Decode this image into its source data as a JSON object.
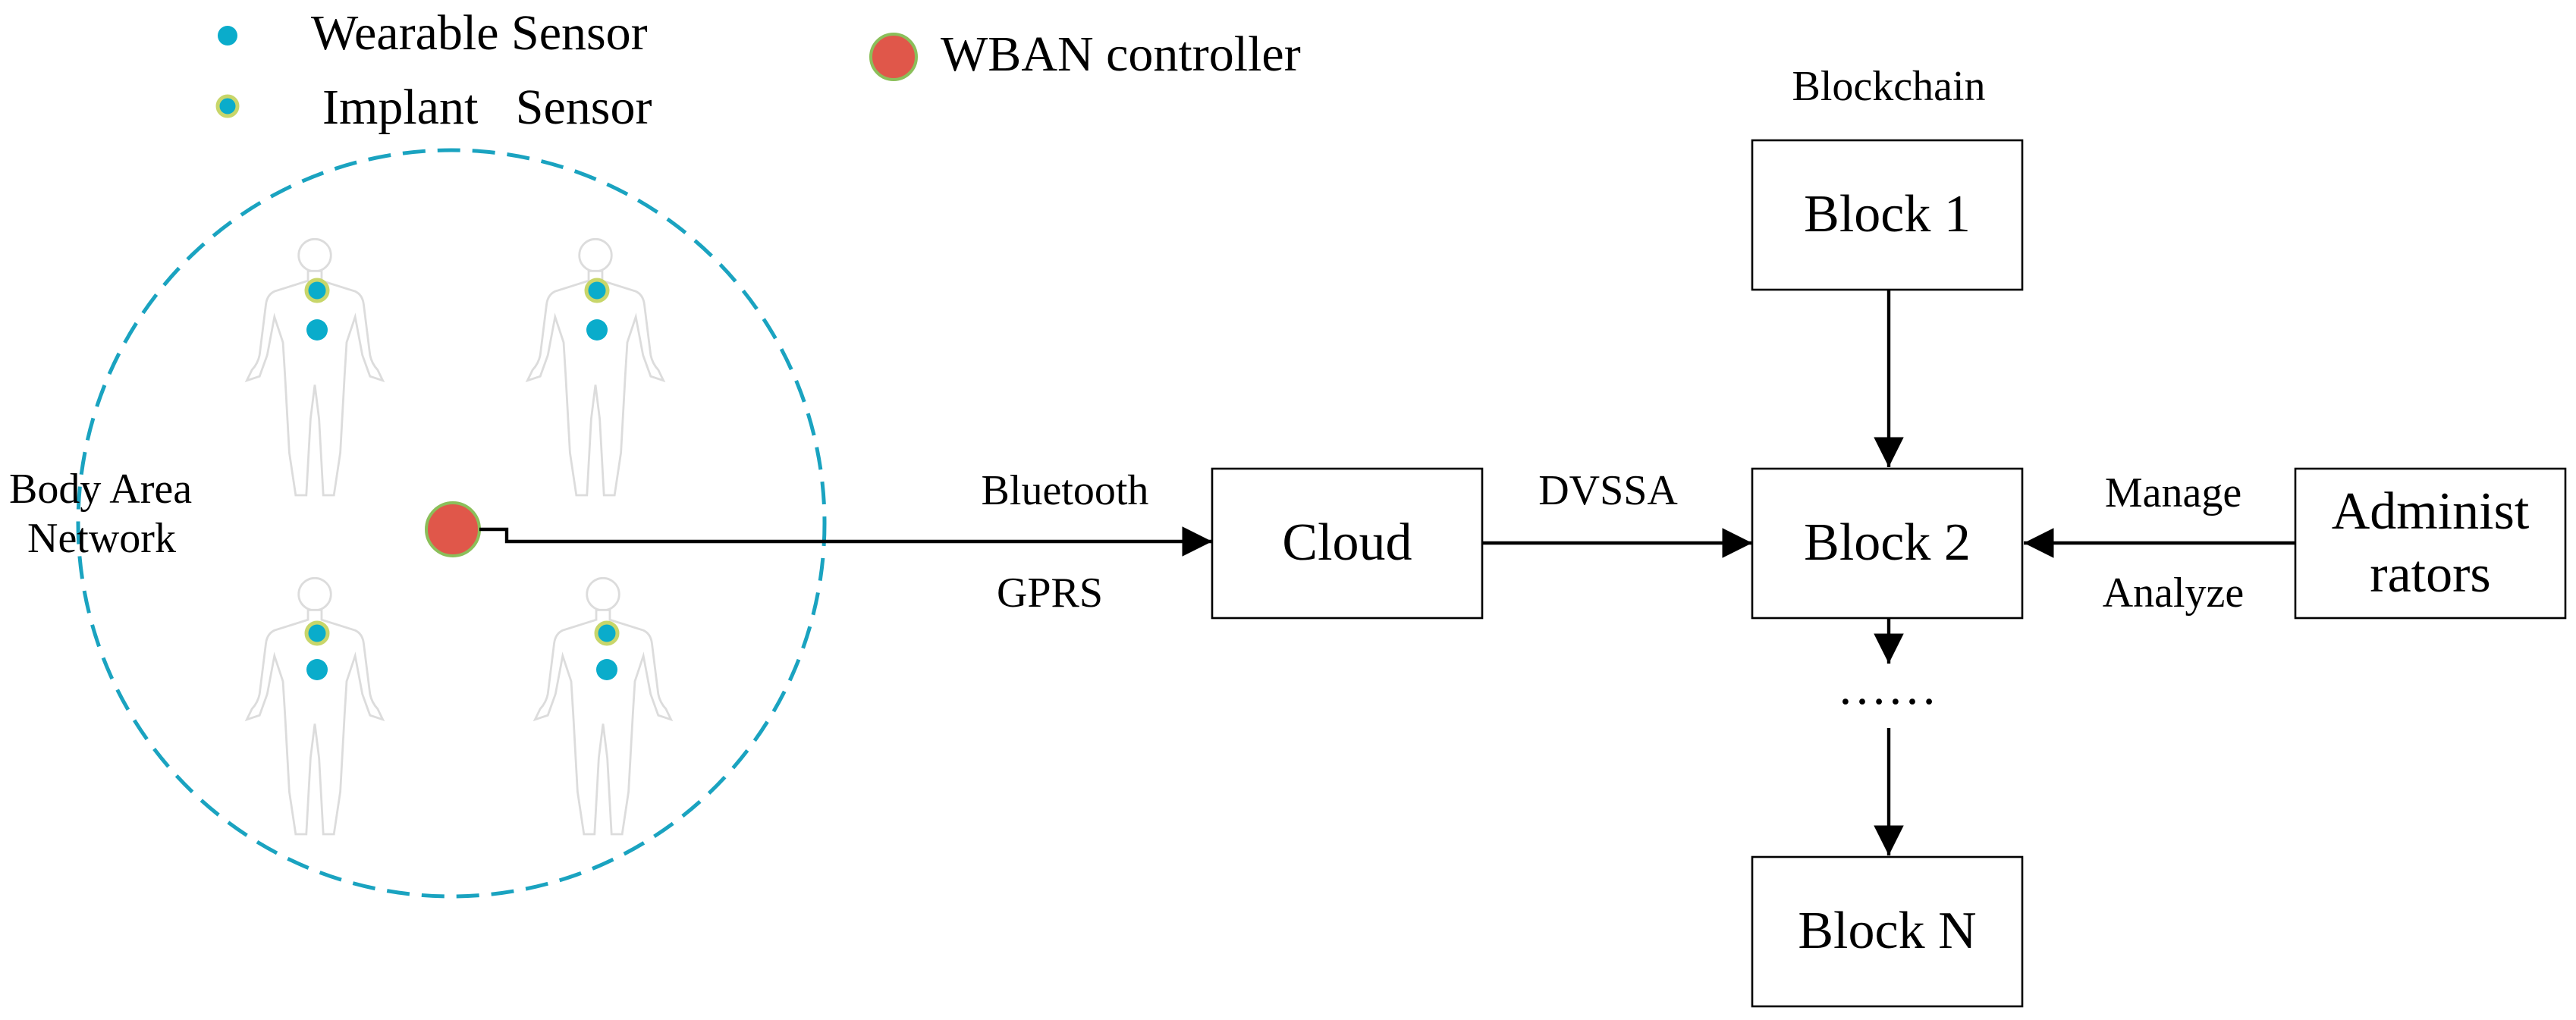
{
  "legend": {
    "wearable": "Wearable Sensor",
    "implant": "Implant   Sensor",
    "controller": "WBAN controller"
  },
  "ban": {
    "label_line1": "Body Area",
    "label_line2": "Network"
  },
  "links": {
    "bluetooth": "Bluetooth",
    "gprs": "GPRS",
    "dvssa": "DVSSA",
    "manage": "Manage",
    "analyze": "Analyze"
  },
  "nodes": {
    "cloud": "Cloud",
    "blockchain_title": "Blockchain",
    "block1": "Block 1",
    "block2": "Block 2",
    "ellipsis": "……",
    "blockN": "Block N",
    "admin_line1": "Administ",
    "admin_line2": "rators"
  },
  "colors": {
    "wearable_dot": "#0aaccb",
    "implant_dot_fill": "#0aaccb",
    "implant_dot_ring": "#c8d66a",
    "controller_fill": "#e0574a",
    "controller_ring": "#8bbf5a",
    "network_circle": "#1aa3c0",
    "figure_outline": "#dcdcdc"
  },
  "icons": [
    "human-figure-icon",
    "sensor-dot-icon",
    "controller-dot-icon",
    "arrow-icon"
  ]
}
